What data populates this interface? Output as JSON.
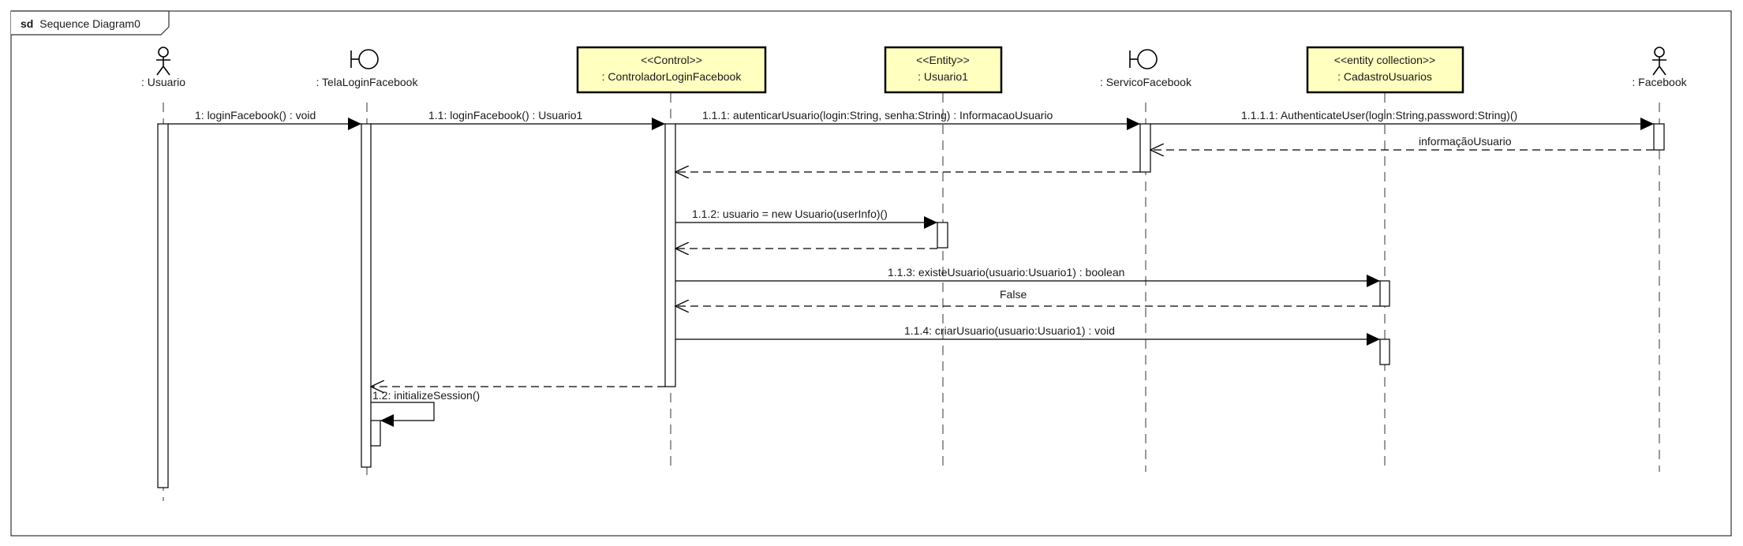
{
  "frame": {
    "keyword": "sd",
    "title": "Sequence Diagram0"
  },
  "participants": [
    {
      "id": "usuario",
      "kind": "actor",
      "name": ": Usuario",
      "stereotype": ""
    },
    {
      "id": "tela",
      "kind": "boundary",
      "name": ": TelaLoginFacebook",
      "stereotype": ""
    },
    {
      "id": "controlador",
      "kind": "class",
      "name": ": ControladorLoginFacebook",
      "stereotype": "<<Control>>"
    },
    {
      "id": "usuario1",
      "kind": "class",
      "name": ": Usuario1",
      "stereotype": "<<Entity>>"
    },
    {
      "id": "servico",
      "kind": "boundary",
      "name": ": ServicoFacebook",
      "stereotype": ""
    },
    {
      "id": "cadastro",
      "kind": "class",
      "name": ": CadastroUsuarios",
      "stereotype": "<<entity collection>>"
    },
    {
      "id": "facebook",
      "kind": "actor",
      "name": ": Facebook",
      "stereotype": ""
    }
  ],
  "messages": [
    {
      "label": "1: loginFacebook() : void",
      "from": "usuario",
      "to": "tela",
      "type": "sync"
    },
    {
      "label": "1.1: loginFacebook() : Usuario1",
      "from": "tela",
      "to": "controlador",
      "type": "sync"
    },
    {
      "label": "1.1.1: autenticarUsuario(login:String, senha:String) : InformacaoUsuario",
      "from": "controlador",
      "to": "servico",
      "type": "sync"
    },
    {
      "label": "1.1.1.1: AuthenticateUser(login:String,password:String)()",
      "from": "servico",
      "to": "facebook",
      "type": "sync"
    },
    {
      "label": "informaçãoUsuario",
      "from": "facebook",
      "to": "servico",
      "type": "reply"
    },
    {
      "label": "",
      "from": "servico",
      "to": "controlador",
      "type": "reply"
    },
    {
      "label": "1.1.2: usuario = new Usuario(userInfo)()",
      "from": "controlador",
      "to": "usuario1",
      "type": "sync"
    },
    {
      "label": "",
      "from": "usuario1",
      "to": "controlador",
      "type": "reply"
    },
    {
      "label": "1.1.3: existeUsuario(usuario:Usuario1) : boolean",
      "from": "controlador",
      "to": "cadastro",
      "type": "sync"
    },
    {
      "label": "False",
      "from": "cadastro",
      "to": "controlador",
      "type": "reply"
    },
    {
      "label": "1.1.4: criarUsuario(usuario:Usuario1) : void",
      "from": "controlador",
      "to": "cadastro",
      "type": "sync"
    },
    {
      "label": "",
      "from": "controlador",
      "to": "tela",
      "type": "reply"
    },
    {
      "label": "1.2: initializeSession()",
      "from": "tela",
      "to": "tela",
      "type": "self"
    }
  ],
  "colors": {
    "class_fill": "#ffffc0",
    "line": "#1a1a1a",
    "activation_fill": "#ffffff",
    "background": "#ffffff"
  }
}
